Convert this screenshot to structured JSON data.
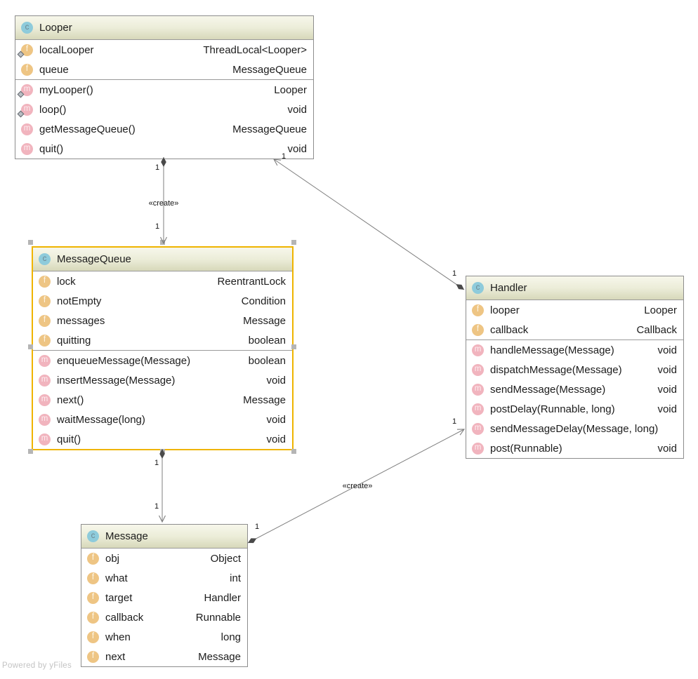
{
  "watermark": "Powered by yFiles",
  "badges": {
    "class": "c",
    "field": "f",
    "method": "m"
  },
  "colors": {
    "header_top": "#f7f7eb",
    "header_bottom": "#d7d8ba",
    "box_border": "#8d8d8d",
    "selection_border": "#efb400",
    "selection_handle": "#b5b5b5",
    "badge_class": "#8ecbdb",
    "badge_field": "#eec584",
    "badge_method": "#f1b4be",
    "edge_line": "#7f7f7f",
    "aggregation_diamond": "#4a4a4a",
    "watermark_text": "#c3c3c3"
  },
  "classes": {
    "looper": {
      "name": "Looper",
      "fields": [
        {
          "name": "localLooper",
          "type": "ThreadLocal<Looper>",
          "static": true
        },
        {
          "name": "queue",
          "type": "MessageQueue",
          "static": false
        }
      ],
      "methods": [
        {
          "name": "myLooper()",
          "type": "Looper",
          "static": true
        },
        {
          "name": "loop()",
          "type": "void",
          "static": true
        },
        {
          "name": "getMessageQueue()",
          "type": "MessageQueue",
          "static": false
        },
        {
          "name": "quit()",
          "type": "void",
          "static": false
        }
      ]
    },
    "messagequeue": {
      "name": "MessageQueue",
      "selected": true,
      "fields": [
        {
          "name": "lock",
          "type": "ReentrantLock",
          "static": false
        },
        {
          "name": "notEmpty",
          "type": "Condition",
          "static": false
        },
        {
          "name": "messages",
          "type": "Message",
          "static": false
        },
        {
          "name": "quitting",
          "type": "boolean",
          "static": false
        }
      ],
      "methods": [
        {
          "name": "enqueueMessage(Message)",
          "type": "boolean",
          "static": false
        },
        {
          "name": "insertMessage(Message)",
          "type": "void",
          "static": false
        },
        {
          "name": "next()",
          "type": "Message",
          "static": false
        },
        {
          "name": "waitMessage(long)",
          "type": "void",
          "static": false
        },
        {
          "name": "quit()",
          "type": "void",
          "static": false
        }
      ]
    },
    "handler": {
      "name": "Handler",
      "fields": [
        {
          "name": "looper",
          "type": "Looper",
          "static": false
        },
        {
          "name": "callback",
          "type": "Callback",
          "static": false
        }
      ],
      "methods": [
        {
          "name": "handleMessage(Message)",
          "type": "void",
          "static": false
        },
        {
          "name": "dispatchMessage(Message)",
          "type": "void",
          "static": false
        },
        {
          "name": "sendMessage(Message)",
          "type": "void",
          "static": false
        },
        {
          "name": "postDelay(Runnable, long)",
          "type": "void",
          "static": false
        },
        {
          "name": "sendMessageDelay(Message, long)",
          "type": "",
          "static": false
        },
        {
          "name": "post(Runnable)",
          "type": "void",
          "static": false
        }
      ]
    },
    "message": {
      "name": "Message",
      "fields": [
        {
          "name": "obj",
          "type": "Object",
          "static": false
        },
        {
          "name": "what",
          "type": "int",
          "static": false
        },
        {
          "name": "target",
          "type": "Handler",
          "static": false
        },
        {
          "name": "callback",
          "type": "Runnable",
          "static": false
        },
        {
          "name": "when",
          "type": "long",
          "static": false
        },
        {
          "name": "next",
          "type": "Message",
          "static": false
        }
      ]
    }
  },
  "edges": [
    {
      "name": "looper-messagequeue",
      "stereotype": "«create»",
      "source_multiplicity": "1",
      "target_multiplicity": "1"
    },
    {
      "name": "messagequeue-message",
      "source_multiplicity": "1",
      "target_multiplicity": "1"
    },
    {
      "name": "handler-looper",
      "source_multiplicity": "1",
      "target_multiplicity": "1"
    },
    {
      "name": "message-handler",
      "stereotype": "«create»",
      "source_multiplicity": "1",
      "target_multiplicity": "1"
    }
  ]
}
